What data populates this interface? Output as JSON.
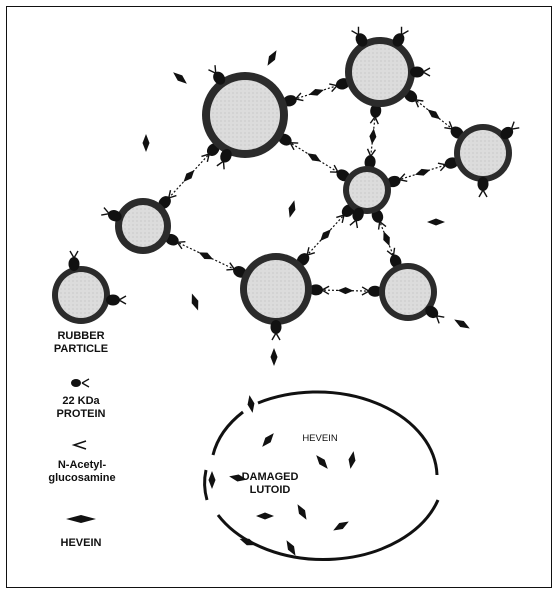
{
  "labels": {
    "rubber_particle": [
      "RUBBER",
      "PARTICLE"
    ],
    "protein": [
      "22 KDa",
      "PROTEIN"
    ],
    "n_acetyl": [
      "N-Acetyl-",
      "glucosamine"
    ],
    "hevein": "HEVEIN",
    "inside_hevein": "HEVEIN",
    "damaged_lutoid": [
      "DAMAGED",
      "LUTOID"
    ]
  },
  "colors": {
    "particle_fill": "#d9d9d9",
    "particle_ring": "#2b2b2b",
    "ink": "#111111"
  }
}
